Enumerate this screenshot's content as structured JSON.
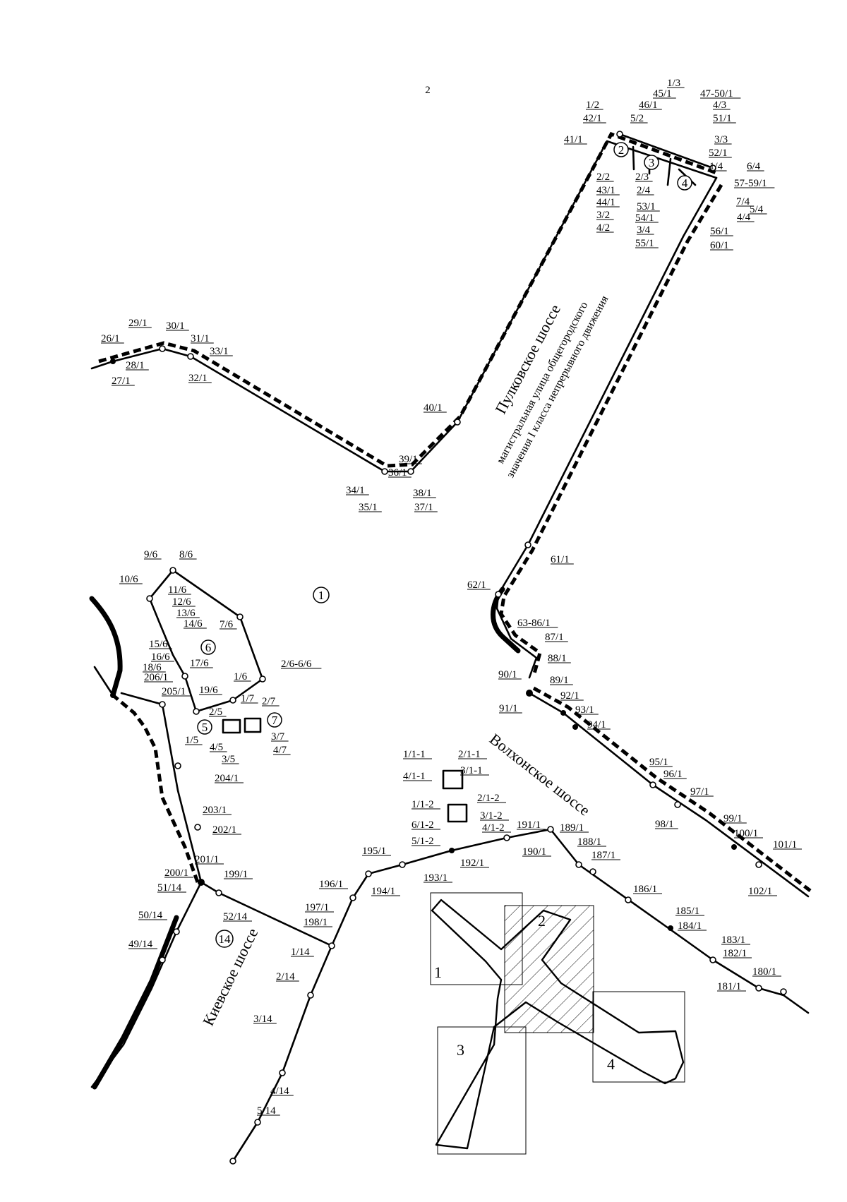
{
  "page_number": "2",
  "streets": {
    "pulkovskoe": "Пулковское шоссе",
    "pulkovskoe_note_1": "магистральная улица общегородского",
    "pulkovskoe_note_2": "значения I класса непрерывного движения",
    "volkhonskoe": "Волхонское шоссе",
    "kievskoe": "Киевское шоссе"
  },
  "zones": [
    "1",
    "2",
    "3",
    "4",
    "5",
    "6",
    "7",
    "14"
  ],
  "inset_sheets": [
    "1",
    "2",
    "3",
    "4"
  ],
  "point_labels": [
    "1/3",
    "45/1",
    "47-50/1",
    "1/2",
    "46/1",
    "4/3",
    "42/1",
    "5/2",
    "51/1",
    "41/1",
    "3/3",
    "52/1",
    "1/4",
    "6/4",
    "2/2",
    "2/3",
    "57-59/1",
    "43/1",
    "2/4",
    "7/4",
    "44/1",
    "53/1",
    "5/4",
    "3/2",
    "54/1",
    "4/4",
    "4/2",
    "3/4",
    "56/1",
    "55/1",
    "60/1",
    "29/1",
    "30/1",
    "26/1",
    "31/1",
    "33/1",
    "28/1",
    "27/1",
    "32/1",
    "40/1",
    "39/1",
    "36/1",
    "34/1",
    "38/1",
    "35/1",
    "37/1",
    "61/1",
    "62/1",
    "63-86/1",
    "87/1",
    "88/1",
    "90/1",
    "89/1",
    "92/1",
    "91/1",
    "93/1",
    "94/1",
    "95/1",
    "96/1",
    "97/1",
    "98/1",
    "99/1",
    "100/1",
    "101/1",
    "102/1",
    "9/6",
    "8/6",
    "10/6",
    "11/6",
    "12/6",
    "13/6",
    "14/6",
    "7/6",
    "15/6",
    "16/6",
    "17/6",
    "18/6",
    "2/6-6/6",
    "1/6",
    "19/6",
    "206/1",
    "205/1",
    "1/7",
    "2/7",
    "2/5",
    "3/7",
    "1/5",
    "4/5",
    "4/7",
    "3/5",
    "1/1-1",
    "2/1-1",
    "4/1-1",
    "3/1-1",
    "2/1-2",
    "1/1-2",
    "3/1-2",
    "6/1-2",
    "4/1-2",
    "5/1-2",
    "191/1",
    "189/1",
    "195/1",
    "190/1",
    "188/1",
    "187/1",
    "194/1",
    "192/1",
    "193/1",
    "196/1",
    "186/1",
    "204/1",
    "203/1",
    "202/1",
    "201/1",
    "200/1",
    "199/1",
    "51/14",
    "52/14",
    "50/14",
    "49/14",
    "197/1",
    "198/1",
    "1/14",
    "2/14",
    "3/14",
    "4/14",
    "5/14",
    "185/1",
    "184/1",
    "183/1",
    "182/1",
    "180/1",
    "181/1"
  ]
}
